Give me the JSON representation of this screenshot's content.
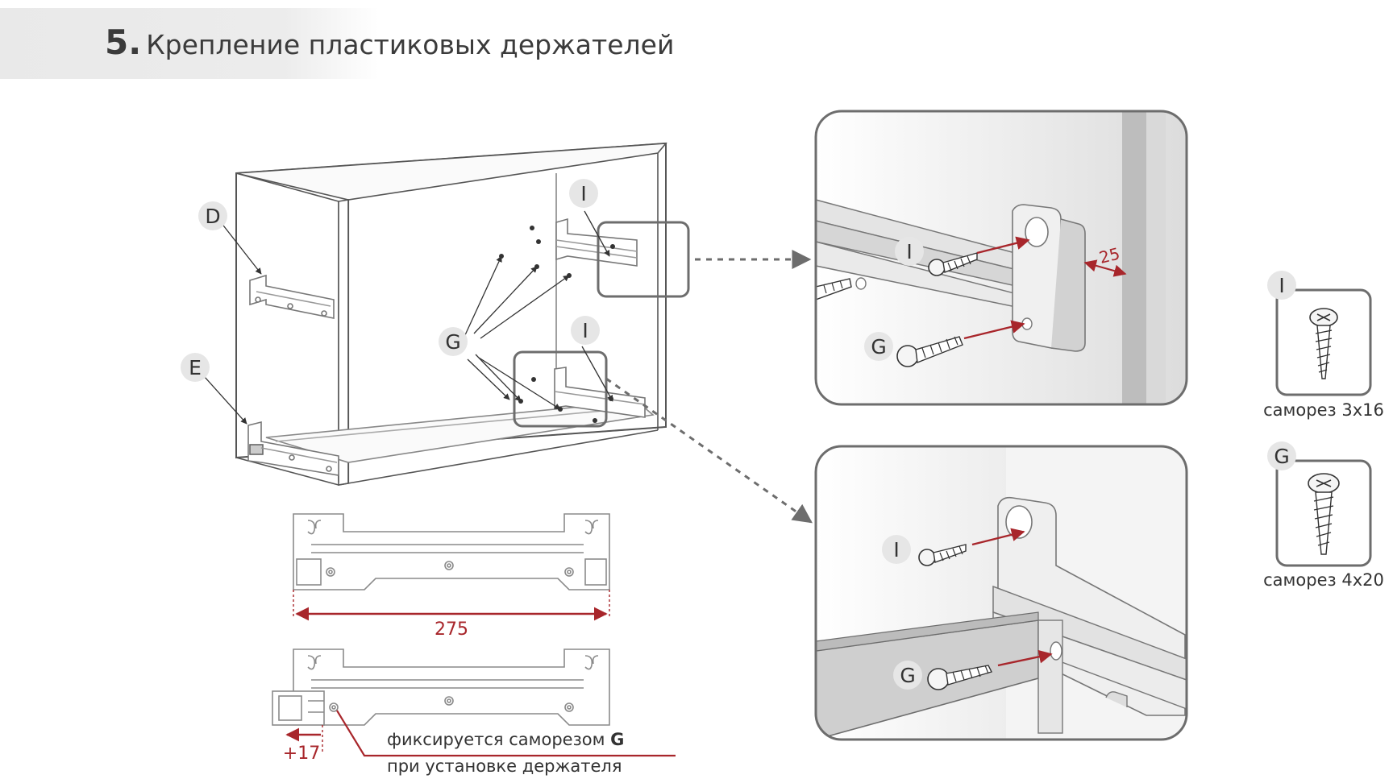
{
  "header": {
    "step_number": "5.",
    "title": "Крепление пластиковых держателей"
  },
  "cabinet_labels": {
    "d": "D",
    "e": "E",
    "i_top": "I",
    "i_bottom": "I",
    "g": "G"
  },
  "dimensions": {
    "width_275": "275",
    "shift_17": "+17",
    "gap_25": "25"
  },
  "note": {
    "line1_prefix": "фиксируется саморезом ",
    "line1_bold": "G",
    "line2": "при установке держателя"
  },
  "detail_top": {
    "label_i": "I",
    "label_g": "G"
  },
  "detail_bottom": {
    "label_i": "I",
    "label_g": "G"
  },
  "screws": [
    {
      "label": "I",
      "caption": "саморез 3x16"
    },
    {
      "label": "G",
      "caption": "саморез 4x20"
    }
  ],
  "colors": {
    "accent_red": "#a8262b",
    "line_gray": "#707070",
    "badge_bg": "#e6e6e6",
    "text": "#333333"
  }
}
